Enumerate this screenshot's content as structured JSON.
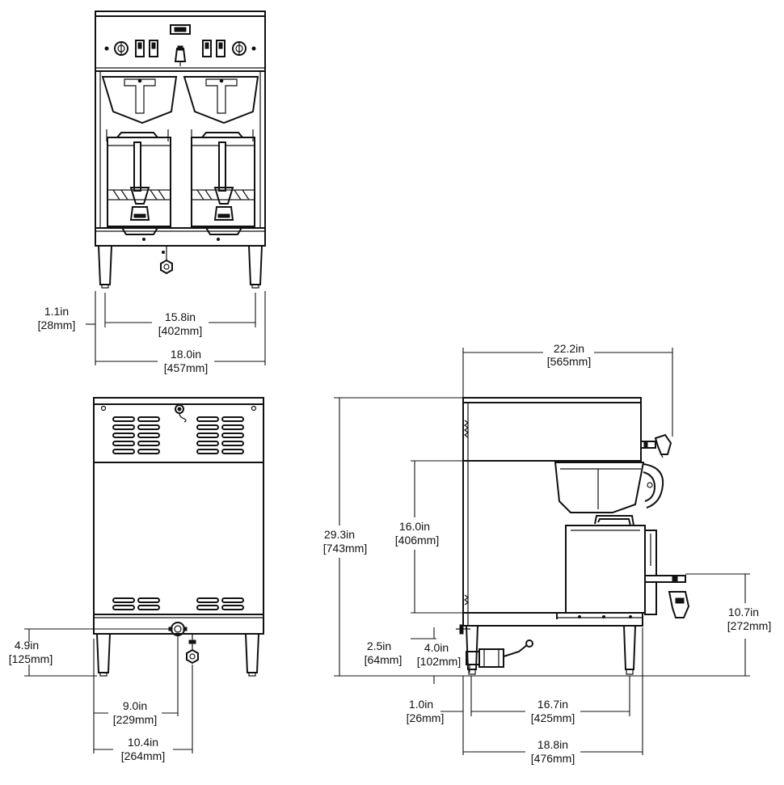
{
  "front_view": {
    "dims": {
      "foot_offset": {
        "in": "1.1in",
        "mm": "[28mm]"
      },
      "leg_spacing": {
        "in": "15.8in",
        "mm": "[402mm]"
      },
      "width": {
        "in": "18.0in",
        "mm": "[457mm]"
      }
    }
  },
  "back_view": {
    "dims": {
      "water_inlet_height": {
        "in": "4.9in",
        "mm": "[125mm]"
      },
      "inlet_offset": {
        "in": "9.0in",
        "mm": "[229mm]"
      },
      "drain_offset": {
        "in": "10.4in",
        "mm": "[264mm]"
      }
    }
  },
  "side_view": {
    "dims": {
      "overall_depth": {
        "in": "22.2in",
        "mm": "[565mm]"
      },
      "overall_height": {
        "in": "29.3in",
        "mm": "[743mm]"
      },
      "clearance": {
        "in": "16.0in",
        "mm": "[406mm]"
      },
      "faucet_height": {
        "in": "10.7in",
        "mm": "[272mm]"
      },
      "base_height": {
        "in": "2.5in",
        "mm": "[64mm]"
      },
      "inlet_height": {
        "in": "4.0in",
        "mm": "[102mm]"
      },
      "rear_offset": {
        "in": "1.0in",
        "mm": "[26mm]"
      },
      "leg_spacing": {
        "in": "16.7in",
        "mm": "[425mm]"
      },
      "base_depth": {
        "in": "18.8in",
        "mm": "[476mm]"
      }
    }
  }
}
